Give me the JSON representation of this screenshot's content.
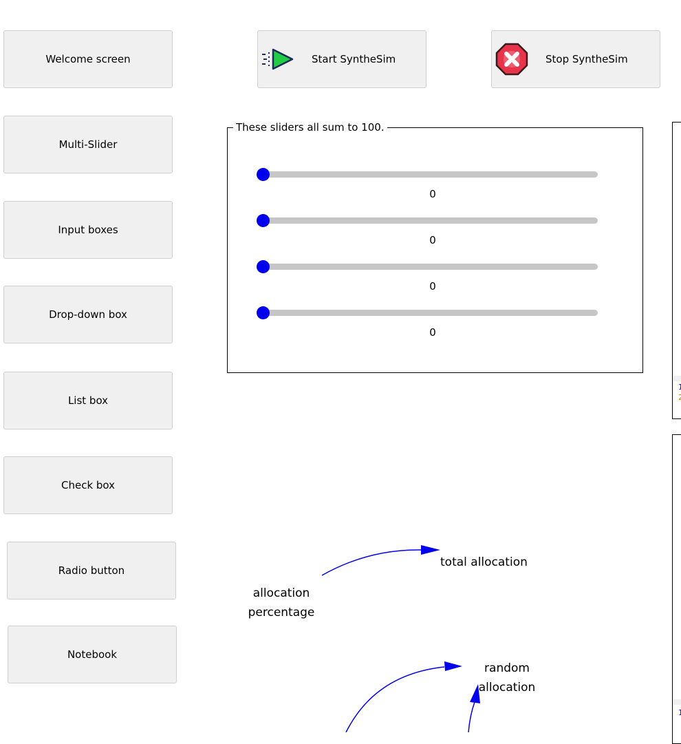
{
  "nav": {
    "buttons": [
      {
        "id": "welcome",
        "label": "Welcome screen"
      },
      {
        "id": "multi-slider",
        "label": "Multi-Slider"
      },
      {
        "id": "input-boxes",
        "label": "Input boxes"
      },
      {
        "id": "drop-down",
        "label": "Drop-down box"
      },
      {
        "id": "list-box",
        "label": "List box"
      },
      {
        "id": "check-box",
        "label": "Check box"
      },
      {
        "id": "radio-button",
        "label": "Radio button"
      },
      {
        "id": "notebook",
        "label": "Notebook"
      }
    ]
  },
  "toolbar": {
    "start_label": "Start SyntheSim",
    "stop_label": "Stop SyntheSim",
    "start_icon": "play-arrow-icon",
    "stop_icon": "stop-octagon-icon"
  },
  "sliders_group": {
    "title": "These sliders all sum to 100.",
    "sliders": [
      {
        "value": 0,
        "value_label": "0",
        "fraction": 0
      },
      {
        "value": 0,
        "value_label": "0",
        "fraction": 0
      },
      {
        "value": 0,
        "value_label": "0",
        "fraction": 0
      },
      {
        "value": 0,
        "value_label": "0",
        "fraction": 0
      }
    ]
  },
  "diagram": {
    "allocation_percentage": "allocation\npercentage",
    "total_allocation": "total allocation",
    "random_allocation": "random\nallocation"
  },
  "colors": {
    "accent": "#0000ee",
    "button_bg": "#f0f0f0",
    "start_icon_green": "#22cc44",
    "stop_icon_red": "#e8344a"
  }
}
